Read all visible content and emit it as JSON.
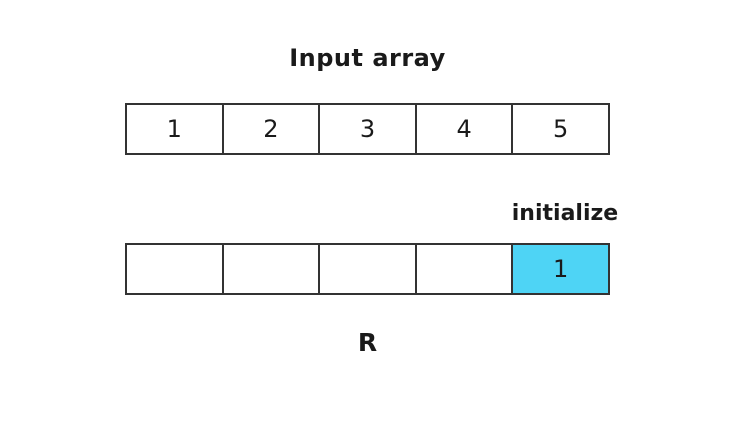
{
  "diagram": {
    "title": "Input array",
    "input_array": {
      "values": [
        "1",
        "2",
        "3",
        "4",
        "5"
      ]
    },
    "result_array": {
      "label": "R",
      "annotation": "initialize",
      "cells": [
        "",
        "",
        "",
        "",
        "1"
      ],
      "highlight_index": 4,
      "highlight_color": "#4ed4f5"
    },
    "colors": {
      "border": "#333333",
      "background": "#ffffff",
      "text": "#1a1a1a",
      "highlight": "#4ed4f5"
    }
  }
}
